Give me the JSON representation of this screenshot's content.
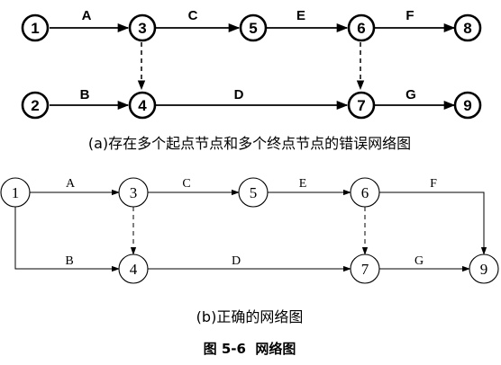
{
  "diagram_a": {
    "caption": "(a)存在多个起点节点和多个终点节点的错误网络图",
    "nodes": [
      "1",
      "3",
      "5",
      "6",
      "8",
      "2",
      "4",
      "7",
      "9"
    ],
    "edge_labels": {
      "A": "A",
      "C": "C",
      "E": "E",
      "F": "F",
      "B": "B",
      "D": "D",
      "G": "G"
    }
  },
  "diagram_b": {
    "caption": "(b)正确的网络图",
    "nodes": [
      "1",
      "3",
      "5",
      "6",
      "9",
      "4",
      "7"
    ],
    "edge_labels": {
      "A": "A",
      "C": "C",
      "E": "E",
      "F": "F",
      "B": "B",
      "D": "D",
      "G": "G"
    }
  },
  "figure_caption": "图 5-6  网络图"
}
